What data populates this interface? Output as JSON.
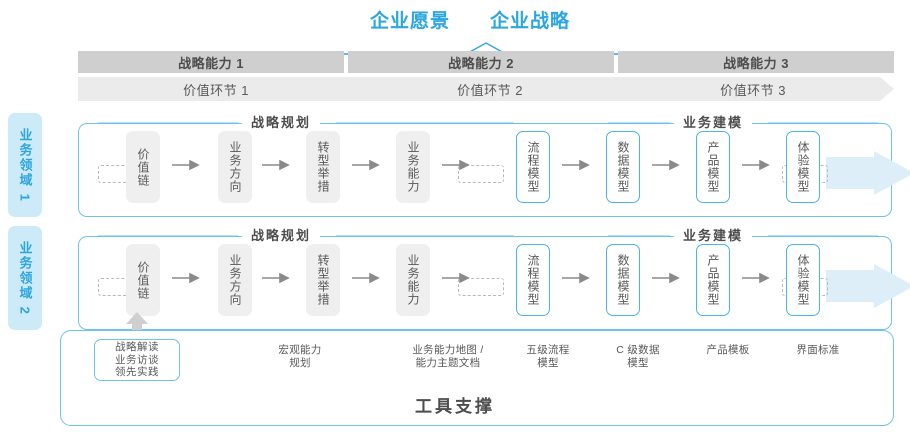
{
  "header": {
    "vision": "企业愿景",
    "strategy": "企业战略"
  },
  "capabilities": [
    {
      "label": "战略能力 1"
    },
    {
      "label": "战略能力 2"
    },
    {
      "label": "战略能力 3"
    }
  ],
  "value_segments": [
    {
      "label": "价值环节 1"
    },
    {
      "label": "价值环节 2"
    },
    {
      "label": "价值环节 3"
    }
  ],
  "domains": [
    {
      "label": "业务领域 1"
    },
    {
      "label": "业务领域 2"
    }
  ],
  "sections": {
    "planning": "战略规划",
    "modeling": "业务建模"
  },
  "nodes": {
    "planning": [
      {
        "label": "价值链"
      },
      {
        "label": "业务方向"
      },
      {
        "label": "转型举措"
      },
      {
        "label": "业务能力"
      }
    ],
    "modeling": [
      {
        "label": "流程模型"
      },
      {
        "label": "数据模型"
      },
      {
        "label": "产品模型"
      },
      {
        "label": "体验模型"
      }
    ]
  },
  "tool_support": {
    "title": "工具支撑",
    "first_box": [
      "战略解读",
      "业务访谈",
      "领先实践"
    ],
    "items": [
      {
        "line1": "宏观能力",
        "line2": "规划"
      },
      {
        "line1": "业务能力地图 /",
        "line2": "能力主题文档"
      },
      {
        "line1": "五级流程",
        "line2": "模型"
      },
      {
        "line1": "C 级数据",
        "line2": "模型"
      },
      {
        "line1": "产品模板",
        "line2": ""
      },
      {
        "line1": "界面标准",
        "line2": ""
      }
    ]
  },
  "colors": {
    "accent": "#2BA6DE",
    "border_blue": "#6fc3e8",
    "node_blue_border": "#4BB4E6",
    "bar_dark": "#cfcfcf",
    "bar_light": "#ebebeb",
    "node_gray": "#efefef",
    "domain_bg": "#cdeaf8",
    "band": "#ddeef9"
  }
}
